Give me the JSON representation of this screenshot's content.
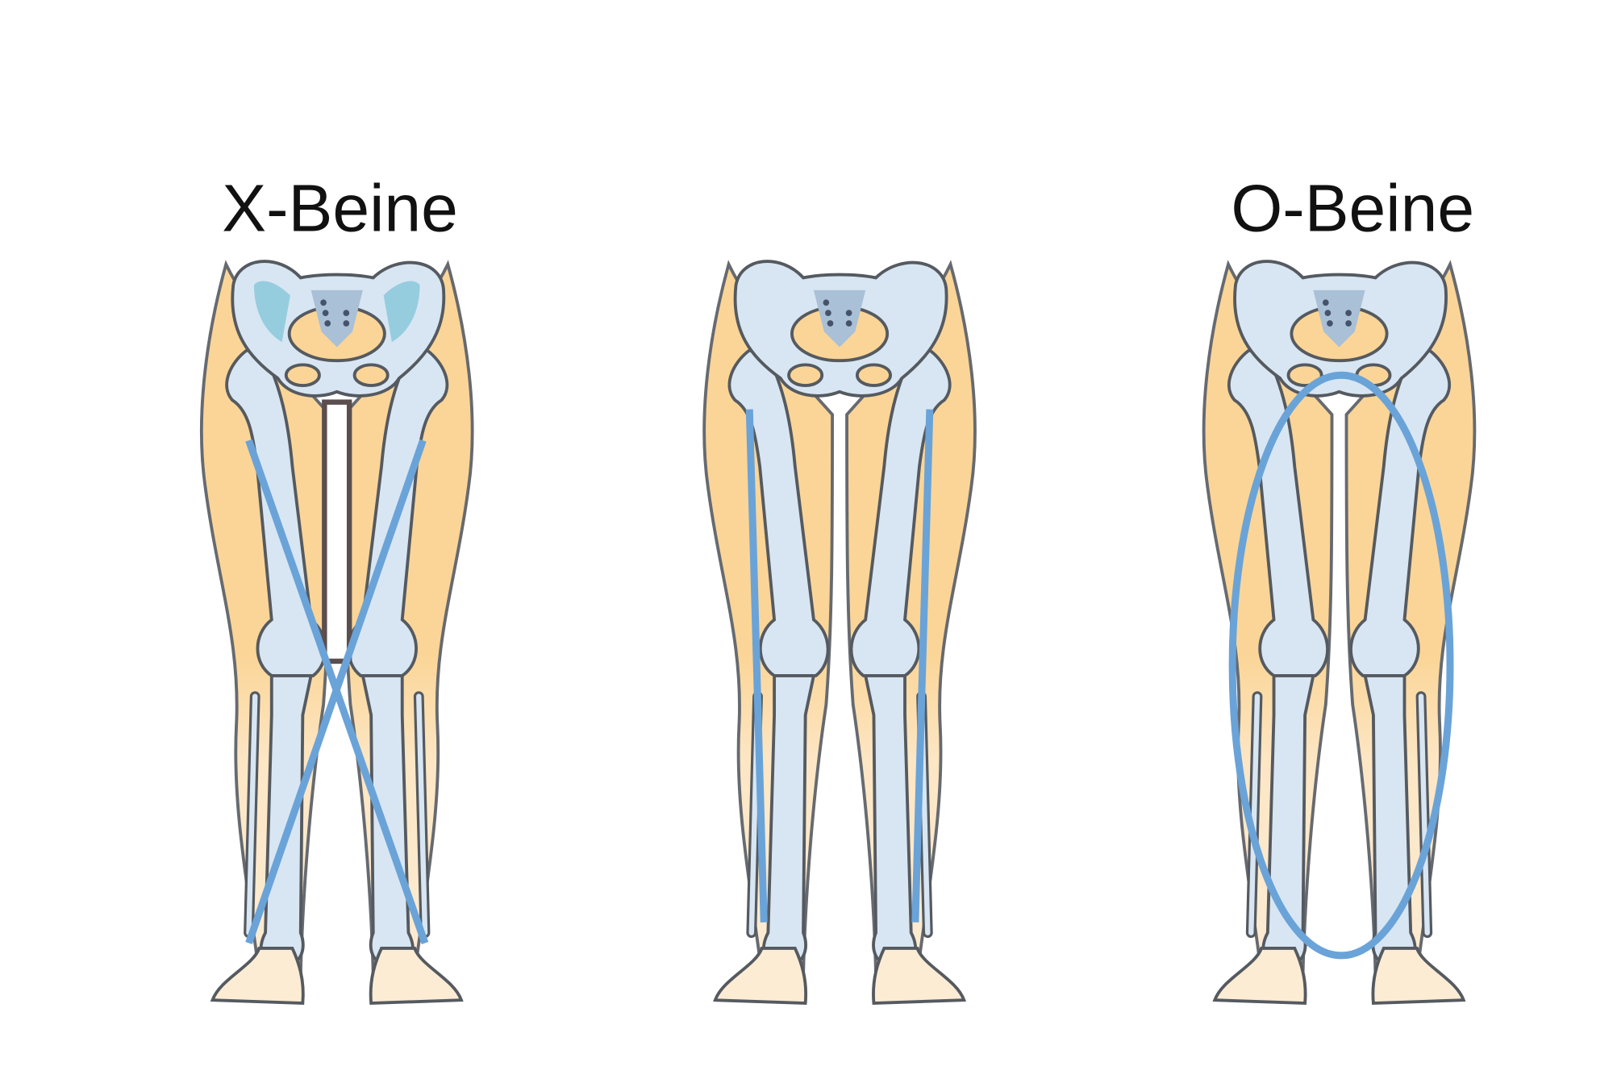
{
  "labels": {
    "left_title": "X-Beine",
    "right_title": "O-Beine"
  },
  "figures": [
    {
      "type": "x-legs",
      "label_key": "left_title",
      "overlay": "crossed-lines"
    },
    {
      "type": "normal-legs",
      "overlay": "straight-lines"
    },
    {
      "type": "o-legs",
      "label_key": "right_title",
      "overlay": "ellipse"
    }
  ],
  "colors": {
    "background": "#ffffff",
    "skin_upper": "#fbd597",
    "skin_lower": "#fce8c8",
    "bone": "#d8e6f3",
    "bone_shadow": "#a9c0d6",
    "outline": "#666a70",
    "axis_line": "#6aa3d8",
    "pelvis_highlight": "#86c7d8"
  }
}
